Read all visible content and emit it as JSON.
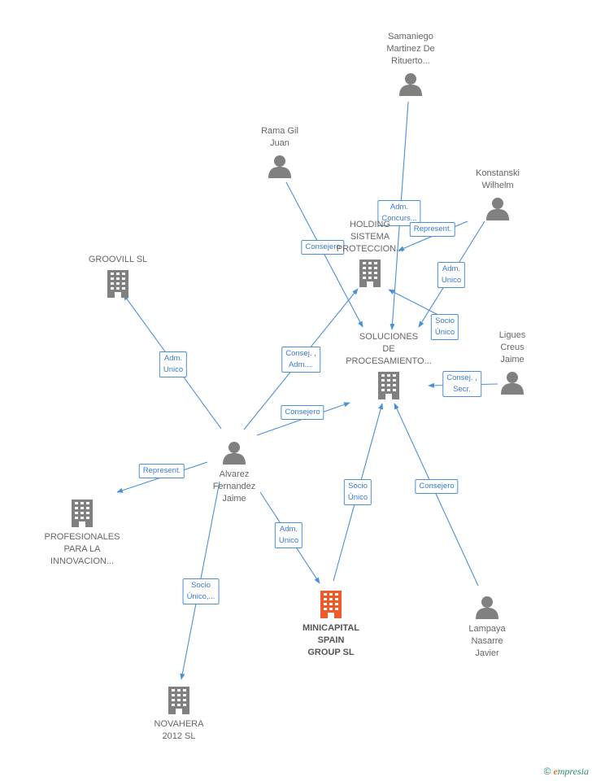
{
  "colors": {
    "edge": "#4a90d9",
    "node_gray": "#808080",
    "node_focus": "#f05a28",
    "label_text": "#3a7bd5"
  },
  "nodes": [
    {
      "id": "samaniego",
      "kind": "person",
      "label": [
        "Samaniego",
        "Martinez De",
        "Rituerto..."
      ]
    },
    {
      "id": "rama",
      "kind": "person",
      "label": [
        "Rama Gil",
        "Juan"
      ]
    },
    {
      "id": "konstanski",
      "kind": "person",
      "label": [
        "Konstanski",
        "Wilhelm"
      ]
    },
    {
      "id": "holding",
      "kind": "company",
      "label": [
        "HOLDING",
        "SISTEMA",
        "PROTECCION..."
      ]
    },
    {
      "id": "groovill",
      "kind": "company",
      "label": [
        "GROOVILL SL"
      ]
    },
    {
      "id": "soluciones",
      "kind": "company",
      "label": [
        "SOLUCIONES",
        "DE",
        "PROCESAMIENTO..."
      ]
    },
    {
      "id": "ligues",
      "kind": "person",
      "label": [
        "Ligues",
        "Creus",
        "Jaime"
      ]
    },
    {
      "id": "alvarez",
      "kind": "person",
      "label": [
        "Alvarez",
        "Fernandez",
        "Jaime"
      ]
    },
    {
      "id": "profesionales",
      "kind": "company",
      "label": [
        "PROFESIONALES",
        "PARA LA",
        "INNOVACION..."
      ]
    },
    {
      "id": "minicapital",
      "kind": "company",
      "focus": true,
      "label": [
        "MINICAPITAL",
        "SPAIN",
        "GROUP SL"
      ]
    },
    {
      "id": "lampaya",
      "kind": "person",
      "label": [
        "Lampaya",
        "Nasarre",
        "Javier"
      ]
    },
    {
      "id": "novahera",
      "kind": "company",
      "label": [
        "NOVAHERA",
        "2012 SL"
      ]
    }
  ],
  "edges": [
    {
      "from": "samaniego",
      "to": "soluciones",
      "label": [
        "Adm.",
        "Concurs..."
      ]
    },
    {
      "from": "konstanski",
      "to": "holding",
      "label": [
        "Represent."
      ]
    },
    {
      "from": "rama",
      "to": "soluciones",
      "label": [
        "Consejero"
      ]
    },
    {
      "from": "konstanski",
      "to": "soluciones",
      "label": [
        "Adm.",
        "Unico"
      ]
    },
    {
      "from": "holding",
      "to": "soluciones",
      "label": [
        "Socio",
        "Único"
      ]
    },
    {
      "from": "ligues",
      "to": "soluciones",
      "label": [
        "Consej. ,",
        "Secr."
      ]
    },
    {
      "from": "alvarez",
      "to": "groovill",
      "label": [
        "Adm.",
        "Unico"
      ]
    },
    {
      "from": "alvarez",
      "to": "holding",
      "label": [
        "Consej. ,",
        "Adm...."
      ]
    },
    {
      "from": "alvarez",
      "to": "soluciones",
      "label": [
        "Consejero"
      ]
    },
    {
      "from": "alvarez",
      "to": "profesionales",
      "label": [
        "Represent."
      ]
    },
    {
      "from": "alvarez",
      "to": "minicapital",
      "label": [
        "Adm.",
        "Unico"
      ]
    },
    {
      "from": "alvarez",
      "to": "novahera",
      "label": [
        "Socio",
        "Único,..."
      ]
    },
    {
      "from": "minicapital",
      "to": "soluciones",
      "label": [
        "Socio",
        "Único"
      ]
    },
    {
      "from": "lampaya",
      "to": "soluciones",
      "label": [
        "Consejero"
      ]
    }
  ],
  "footer": {
    "copyright": "©",
    "brand_initial": "e",
    "brand_rest": "mpresia"
  }
}
